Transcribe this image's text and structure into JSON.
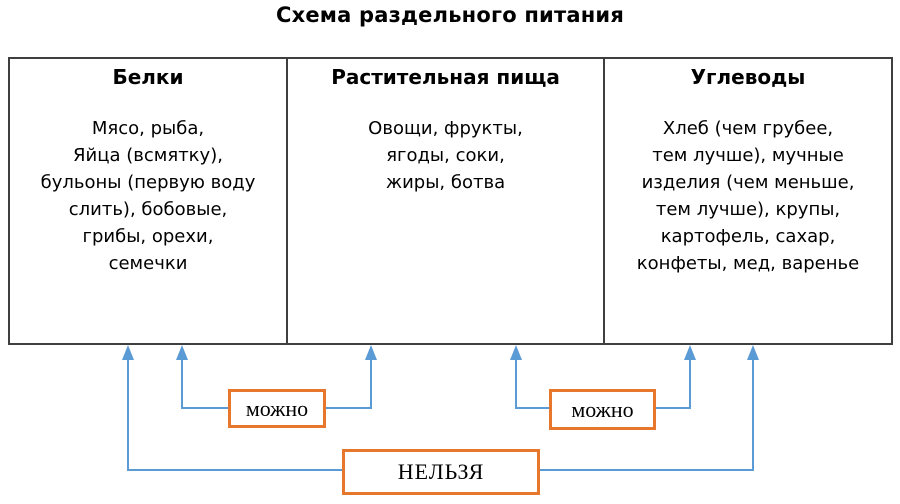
{
  "title": "Схема раздельного питания",
  "columns": [
    {
      "header": "Белки",
      "body": "Мясо, рыба,\nЯйца (всмятку),\nбульоны (первую воду\nслить), бобовые,\nгрибы, орехи,\nсемечки"
    },
    {
      "header": "Растительная пища",
      "body": "Овощи, фрукты,\nягоды, соки,\nжиры, ботва"
    },
    {
      "header": "Углеводы",
      "body": "Хлеб (чем грубее,\nтем лучше), мучные\nизделия (чем меньше,\nтем лучше), крупы,\nкартофель, сахар,\nконфеты, мед, варенье"
    }
  ],
  "relations": [
    {
      "label": "можно",
      "between": [
        "Белки",
        "Растительная пища"
      ]
    },
    {
      "label": "можно",
      "between": [
        "Растительная пища",
        "Углеводы"
      ]
    },
    {
      "label": "НЕЛЬЗЯ",
      "between": [
        "Белки",
        "Углеводы"
      ]
    }
  ],
  "colors": {
    "box_border": "#3f3f3f",
    "connector": "#5b9bd5",
    "label_border": "#e8772e",
    "text": "#000000",
    "background": "#ffffff"
  }
}
